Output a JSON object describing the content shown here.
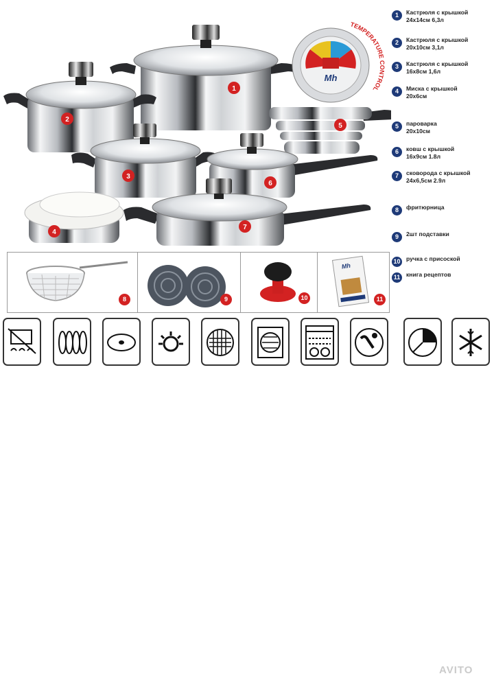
{
  "product_labels": {
    "badges": [
      "1",
      "2",
      "3",
      "4",
      "5",
      "6",
      "7",
      "8",
      "9",
      "10",
      "11"
    ],
    "brand_logo": "Mh",
    "dial_text": "TEMPERATURE CONTROL"
  },
  "legend": [
    {
      "num": "1",
      "lines": [
        "Кастрюля с крышкой",
        "24х14см 6,3л"
      ]
    },
    {
      "num": "2",
      "lines": [
        "Кастрюля с крышкой",
        "20х10см 3,1л"
      ]
    },
    {
      "num": "3",
      "lines": [
        "Кастрюля с крышкой",
        "16х8см 1,6л"
      ]
    },
    {
      "num": "4",
      "lines": [
        "Миска с крышкой",
        "20х6см"
      ]
    },
    {
      "num": "5",
      "lines": [
        "пароварка",
        "20х10см"
      ]
    },
    {
      "num": "6",
      "lines": [
        "ковш с крышкой",
        "16х9см 1.8л"
      ]
    },
    {
      "num": "7",
      "lines": [
        "сковорода с крышкой",
        "24х6,5см 2.9л"
      ]
    },
    {
      "num": "8",
      "lines": [
        "фритюрница"
      ]
    },
    {
      "num": "9",
      "lines": [
        "2шт подставки"
      ]
    },
    {
      "num": "10",
      "lines": [
        "ручка с присоской"
      ]
    },
    {
      "num": "11",
      "lines": [
        "книга рецептов"
      ]
    }
  ],
  "accessories": [
    {
      "name": "frying-basket",
      "badge": "8"
    },
    {
      "name": "trivets",
      "badge": "9"
    },
    {
      "name": "suction-handle",
      "badge": "10"
    },
    {
      "name": "recipe-book",
      "badge": "11",
      "cover_logo": "Mh"
    }
  ],
  "hob_icons": [
    "gas-hob-icon",
    "electric-coil-icon",
    "ceramic-hob-icon",
    "gas-burner-icon",
    "halogen-icon",
    "induction-icon",
    "oven-dishwasher-icon",
    "thermostat-icon",
    "oven-safe-icon",
    "freezer-icon"
  ],
  "watermark": "AVITO",
  "colors": {
    "legend_badge": "#1e3a78",
    "product_badge": "#d32222",
    "steel_light": "#eef0f2",
    "steel_dark": "#3a3c40"
  }
}
